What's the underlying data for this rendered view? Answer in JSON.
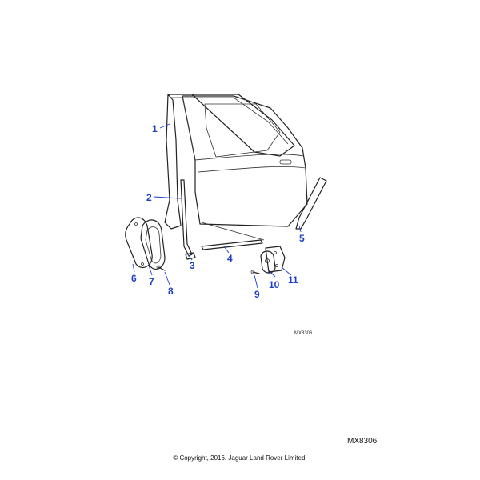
{
  "callouts": {
    "c1": "1",
    "c2": "2",
    "c3": "3",
    "c4": "4",
    "c5": "5",
    "c6": "6",
    "c7": "7",
    "c8": "8",
    "c9": "9",
    "c10": "10",
    "c11": "11"
  },
  "diagram_ref_small": "MX8306",
  "diagram_ref": "MX8306",
  "copyright": "© Copyright, 2016. Jaguar Land Rover Limited.",
  "colors": {
    "callout": "#1e40c8",
    "line": "#222222"
  }
}
